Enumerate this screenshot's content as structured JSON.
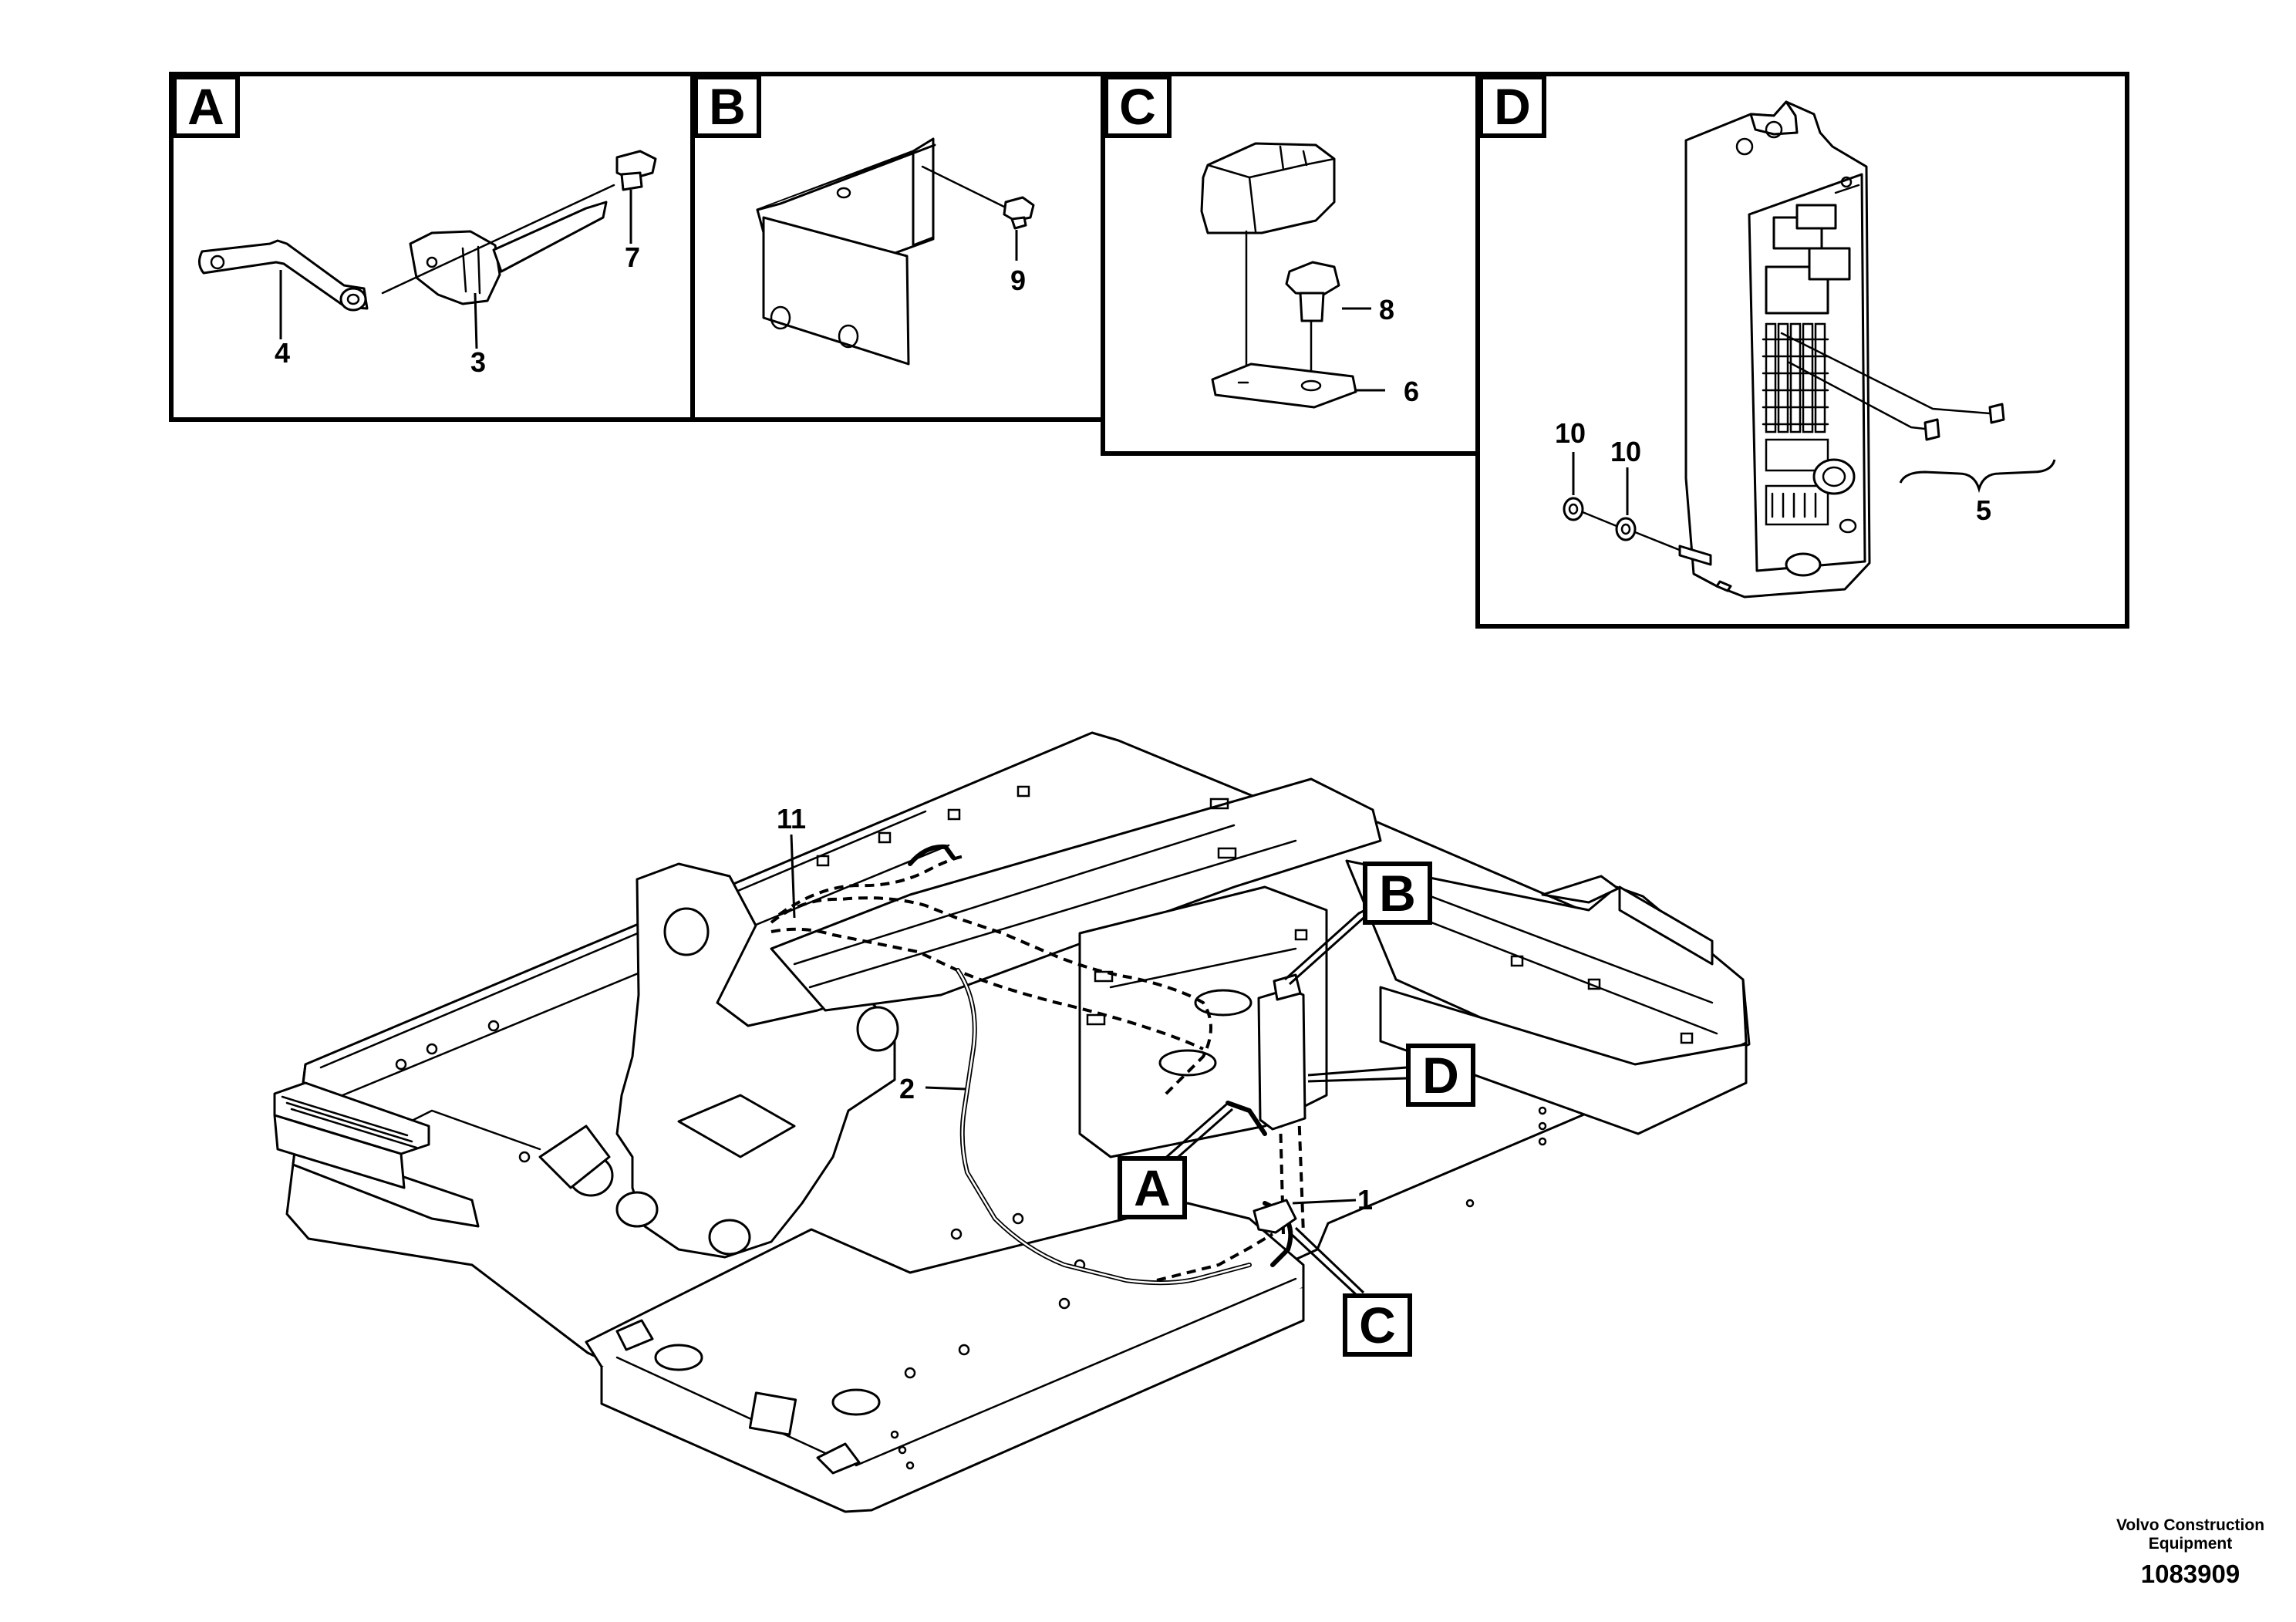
{
  "detail_views": {
    "a": {
      "tag": "A",
      "callouts": [
        "7",
        "4",
        "3"
      ]
    },
    "b": {
      "tag": "B",
      "callouts": [
        "9"
      ]
    },
    "c": {
      "tag": "C",
      "callouts": [
        "8",
        "6"
      ]
    },
    "d": {
      "tag": "D",
      "callouts": [
        "10",
        "10",
        "5"
      ]
    }
  },
  "main_view": {
    "callouts": [
      "11",
      "2",
      "1"
    ],
    "tags": [
      "B",
      "D",
      "A",
      "C"
    ]
  },
  "footer": {
    "brand_line1": "Volvo Construction",
    "brand_line2": "Equipment",
    "drawing_number": "1083909"
  }
}
